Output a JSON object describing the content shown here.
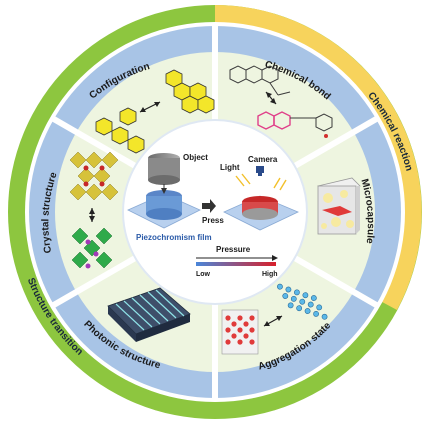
{
  "center": {
    "object": "Object",
    "light": "Light",
    "camera": "Camera",
    "press": "Press",
    "film": "Piezochromism film",
    "pressure": "Pressure",
    "low": "Low",
    "high": "High"
  },
  "outer": {
    "chemical_reaction": "Chemical reaction",
    "structure_transition": "Structure transition"
  },
  "segments": {
    "configuration": "Configuration",
    "chemical_bond": "Chemical bond",
    "microcapsule": "Microcapsule",
    "aggregation_state": "Aggregation state",
    "photonic_structure": "Photonic structure",
    "crystal_structure": "Crystal structure"
  },
  "colors": {
    "outer_green": "#8dc63f",
    "outer_yellow": "#f7d35c",
    "ring_blue": "#a8c4e6",
    "panel_bg": "#eef5e0",
    "center_white": "#ffffff"
  }
}
